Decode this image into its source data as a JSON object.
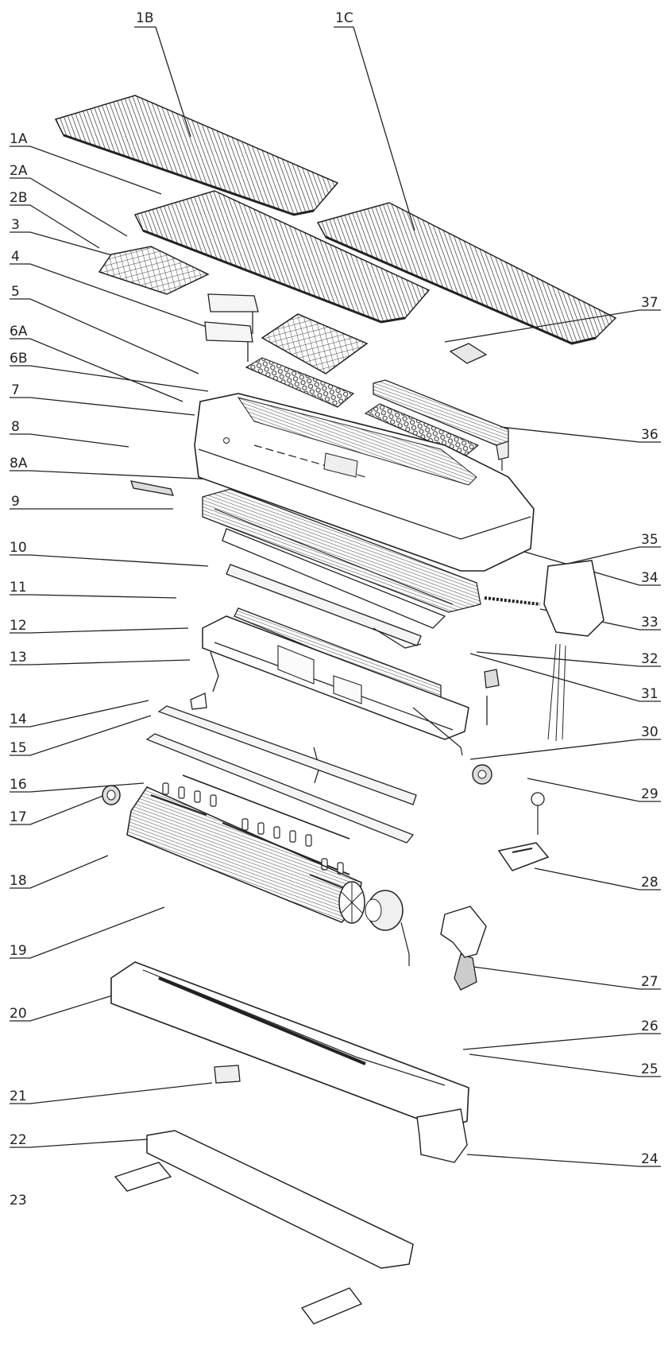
{
  "diagram": {
    "labels": {
      "l_1B": "1B",
      "l_1C": "1C",
      "l_1A": "1A",
      "l_2A": "2A",
      "l_2B": "2B",
      "l_3": "3",
      "l_4": "4",
      "l_5": "5",
      "l_6A": "6A",
      "l_6B": "6B",
      "l_7": "7",
      "l_8": "8",
      "l_8A": "8A",
      "l_9": "9",
      "l_10": "10",
      "l_11": "11",
      "l_12": "12",
      "l_13": "13",
      "l_14": "14",
      "l_15": "15",
      "l_16": "16",
      "l_17": "17",
      "l_18": "18",
      "l_19": "19",
      "l_20": "20",
      "l_21": "21",
      "l_22": "22",
      "l_23": "23",
      "r_37": "37",
      "r_36": "36",
      "r_35": "35",
      "r_34": "34",
      "r_33": "33",
      "r_32": "32",
      "r_31": "31",
      "r_30": "30",
      "r_29": "29",
      "r_28": "28",
      "r_27": "27",
      "r_26": "26",
      "r_25": "25",
      "r_24": "24"
    },
    "icons": {
      "front-panel": "ribbed-panel",
      "filter": "grid-mesh",
      "fan": "cross-flow-wheel",
      "remote": "handset"
    }
  }
}
